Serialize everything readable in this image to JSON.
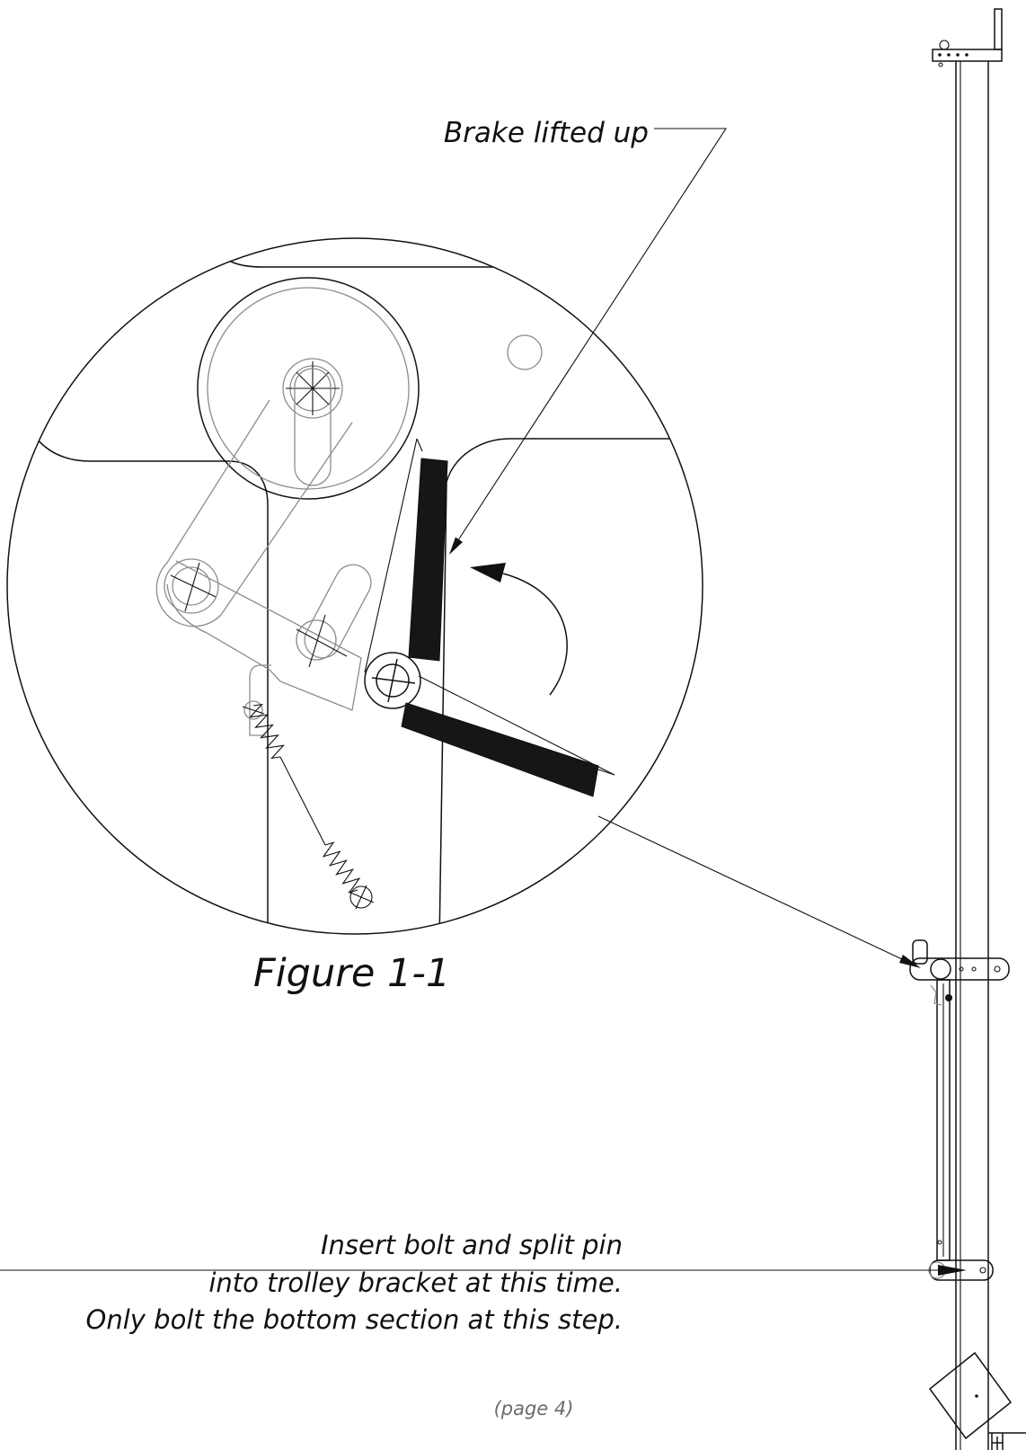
{
  "figure": {
    "callout": "Brake lifted up",
    "caption": "Figure 1-1"
  },
  "instructions": [
    "Insert bolt and split pin",
    "into trolley bracket at this time.",
    "Only bolt the bottom section at this step."
  ],
  "page_label": "(page 4)",
  "colors": {
    "line": "#111111",
    "hidden_parts": "#8c8c8c",
    "brake_pad": "#161616"
  }
}
